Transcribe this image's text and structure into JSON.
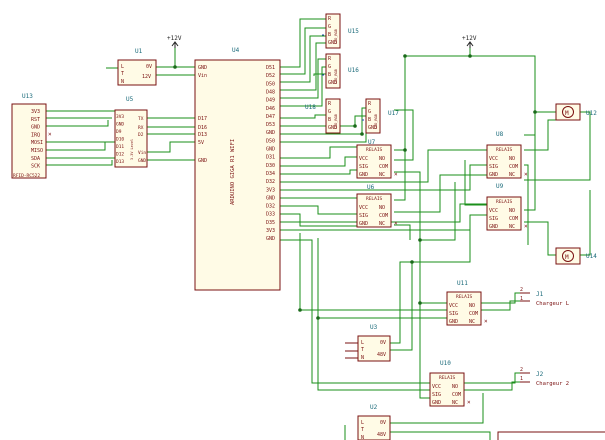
{
  "power": {
    "v12": "+12V"
  },
  "refs": {
    "u1": "U1",
    "u2": "U2",
    "u3": "U3",
    "u4": "U4",
    "u5": "U5",
    "u6": "U6",
    "u7": "U7",
    "u8": "U8",
    "u9": "U9",
    "u10": "U10",
    "u11": "U11",
    "u12": "U12",
    "u13": "U13",
    "u14": "U14",
    "u15": "U15",
    "u16": "U16",
    "u17": "U17",
    "u18": "U18",
    "j1": "J1",
    "j2": "J2"
  },
  "arduino": {
    "title": "ARDUINO GIGA R1 WIFI",
    "left_pins": [
      "GND",
      "Vin",
      "D17",
      "D16",
      "D13",
      "5V",
      "GND"
    ],
    "right_pins": [
      "D51",
      "D52",
      "D50",
      "D48",
      "D49",
      "D46",
      "D47",
      "D53",
      "GND",
      "D50",
      "GND",
      "D31",
      "D30",
      "D34",
      "D32",
      "3V3",
      "GND",
      "D32",
      "D33",
      "D35",
      "3V3",
      "GND"
    ]
  },
  "rfid": {
    "label": "RFID-RC522",
    "pins": [
      "3V3",
      "RST",
      "GND",
      "IRQ",
      "MOSI",
      "MISO",
      "SDA",
      "SCK"
    ]
  },
  "level_shifter": {
    "label": "3.3V Level",
    "left_pins": [
      "3V3",
      "GND",
      "D9",
      "D10",
      "D11",
      "D12",
      "D13"
    ],
    "right_pins": [
      "TX",
      "RX",
      "D2",
      "Vin",
      "GND"
    ]
  },
  "regulator": {
    "pins": [
      "L",
      "T",
      "N"
    ],
    "out": [
      "0V",
      "12V"
    ]
  },
  "regulator48": {
    "pins": [
      "L",
      "T",
      "N"
    ],
    "out": [
      "0V",
      "48V"
    ]
  },
  "relay": {
    "title": "RELAIS",
    "left_pins": [
      "VCC",
      "SIG",
      "GND"
    ],
    "right_pins": [
      "NO",
      "COM",
      "NC"
    ]
  },
  "led": {
    "label": "LED_RGB",
    "pins": [
      "R",
      "G",
      "B",
      "GND"
    ]
  },
  "motor": {
    "label": "M"
  },
  "connectors": {
    "j1": {
      "name": "Chargeur L",
      "pins": [
        "2",
        "1"
      ]
    },
    "j2": {
      "name": "Chargeur 2",
      "pins": [
        "2",
        "1"
      ]
    }
  }
}
